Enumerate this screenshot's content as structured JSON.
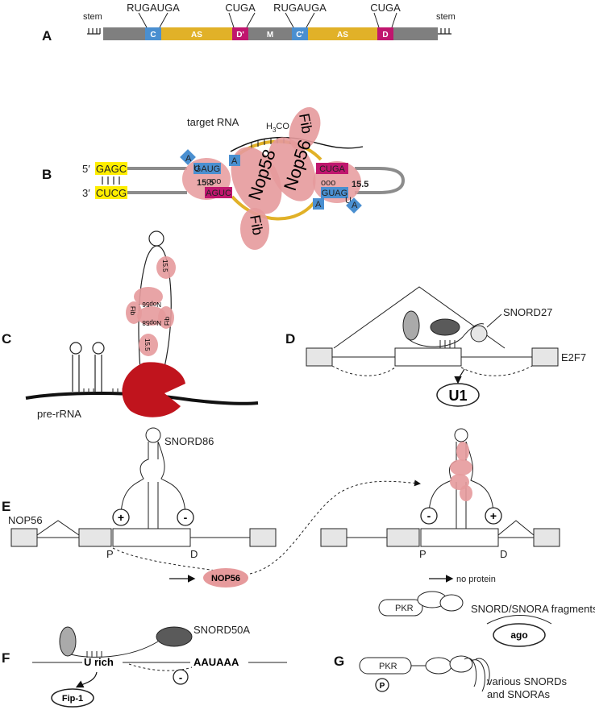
{
  "panels": {
    "a": "A",
    "b": "B",
    "c": "C",
    "d": "D",
    "e": "E",
    "f": "F",
    "g": "G"
  },
  "panel_a": {
    "stem_left": "stem",
    "stem_right": "stem",
    "motifs": [
      "RUGAUGA",
      "CUGA",
      "RUGAUGA",
      "CUGA"
    ],
    "segments": [
      "C",
      "AS",
      "D'",
      "M",
      "C'",
      "AS",
      "D"
    ],
    "colors": {
      "grey": "#7f7f7f",
      "gold": "#e1b128",
      "blue": "#4a8fd0",
      "magenta": "#c0166e"
    }
  },
  "panel_b": {
    "target": "target RNA",
    "methyl_h": "H",
    "methyl_sub": "3",
    "methyl_co": "CO",
    "five": "5′",
    "three": "3′",
    "stem_top": "GAGC",
    "stem_bot": "CUCG",
    "gaug": "GAUG",
    "aguc": "AGUC",
    "cuga": "CUGA",
    "guag": "GUAG",
    "a1": "A",
    "u1": "U",
    "a2": "A",
    "a3": "A",
    "u2": "U",
    "a4": "A",
    "k1": "15.5",
    "k2": "15.5",
    "nop58": "Nop58",
    "nop56": "Nop56",
    "fib1": "Fib",
    "fib2": "Fib",
    "ooo": "ooo",
    "colors": {
      "yellow": "#ffee00",
      "pink": "#e69a9c"
    }
  },
  "panel_c": {
    "prerna": "pre-rRNA",
    "p1": "15.5",
    "p2": "Nop56",
    "p3": "Nop58",
    "p4": "Fib",
    "p5": "Fib",
    "p6": "15.5",
    "colors": {
      "red": "#c0141d"
    }
  },
  "panel_d": {
    "snord": "SNORD27",
    "gene": "E2F7",
    "u1": "U1"
  },
  "panel_e": {
    "snord": "SNORD86",
    "gene": "NOP56",
    "plus": "+",
    "minus": "-",
    "minus2": "-",
    "plus2": "+",
    "p_left": "P",
    "d_left": "D",
    "p_right": "P",
    "d_right": "D",
    "protein": "NOP56",
    "noprot": "no protein"
  },
  "panel_f": {
    "snord": "SNORD50A",
    "urich": "U rich",
    "polya": "AAUAAA",
    "fip": "Fip-1",
    "minus": "-"
  },
  "panel_g": {
    "pkr1": "PKR",
    "pkr2": "PKR",
    "p": "P",
    "frag": "SNORD/SNORA fragments",
    "ago": "ago",
    "various1": "various SNORDs",
    "various2": "and SNORAs"
  }
}
